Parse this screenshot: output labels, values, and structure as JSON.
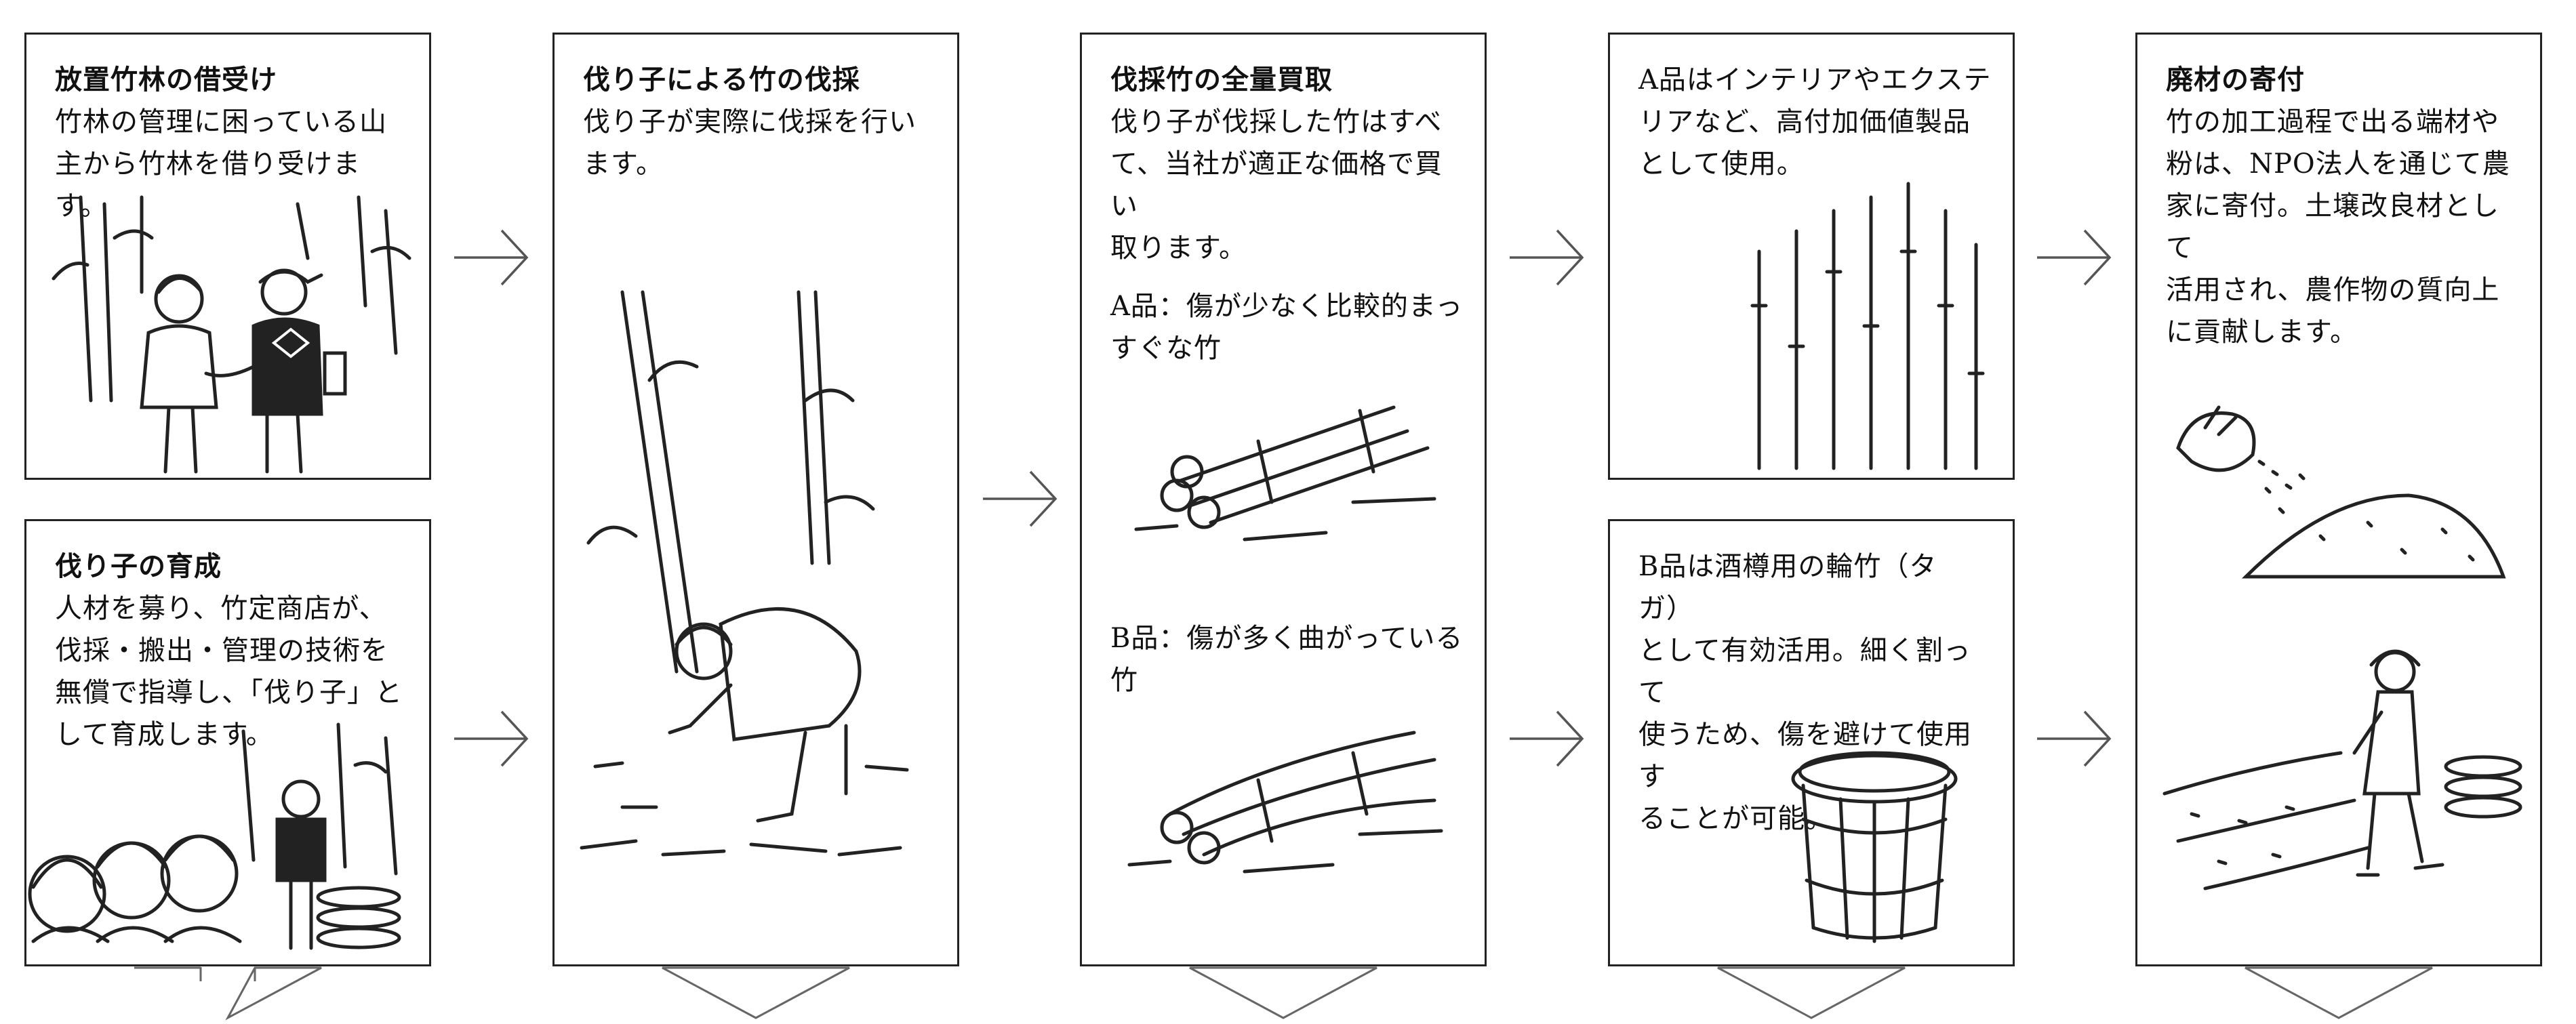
{
  "steps": {
    "s1": {
      "title": "放置竹林の借受け",
      "body": "竹林の管理に困っている山\n主から竹林を借り受けます。"
    },
    "s2": {
      "title": "伐り子の育成",
      "body": "人材を募り、竹定商店が、\n伐採・搬出・管理の技術を\n無償で指導し、「伐り子」と\nして育成します。"
    },
    "s3": {
      "title": "伐り子による竹の伐採",
      "body": "伐り子が実際に伐採を行い\nます。"
    },
    "s4": {
      "title": "伐採竹の全量買取",
      "body": "伐り子が伐採した竹はすべ\nて、当社が適正な価格で買い\n取ります。",
      "grade_a": "A品：傷が少なく比較的まっ\nすぐな竹",
      "grade_b": "B品：傷が多く曲がっている竹"
    },
    "s5a": {
      "body": "A品はインテリアやエクステ\nリアなど、高付加価値製品\nとして使用。"
    },
    "s5b": {
      "body": "B品は酒樽用の輪竹（タガ）\nとして有効活用。細く割って\n使うため、傷を避けて使用す\nることが可能。"
    },
    "s6": {
      "title": "廃材の寄付",
      "body": "竹の加工過程で出る端材や\n粉は、NPO法人を通じて農\n家に寄付。土壌改良材として\n活用され、農作物の質向上\nに貢献します。"
    }
  },
  "icons": {
    "flow_right": "arrow-right-icon",
    "flow_down": "arrow-down-icon"
  },
  "colors": {
    "line": "#222222",
    "background": "#ffffff"
  }
}
